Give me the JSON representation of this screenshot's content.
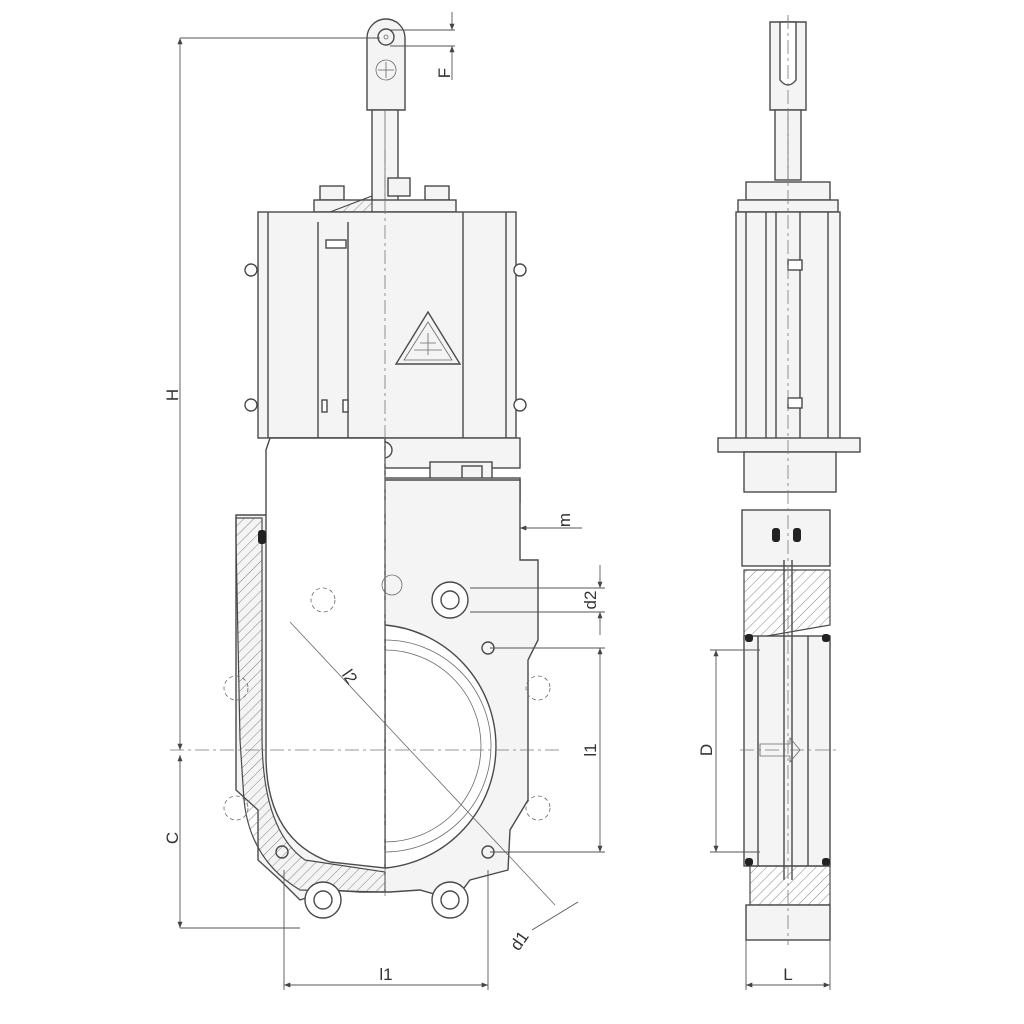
{
  "figure": {
    "dimension_labels": {
      "H": "H",
      "F": "F",
      "C": "C",
      "l1_bottom": "l1",
      "l1_right": "l1",
      "l2": "l2",
      "m": "m",
      "d1": "d1",
      "d2": "d2",
      "D": "D",
      "L": "L"
    }
  }
}
